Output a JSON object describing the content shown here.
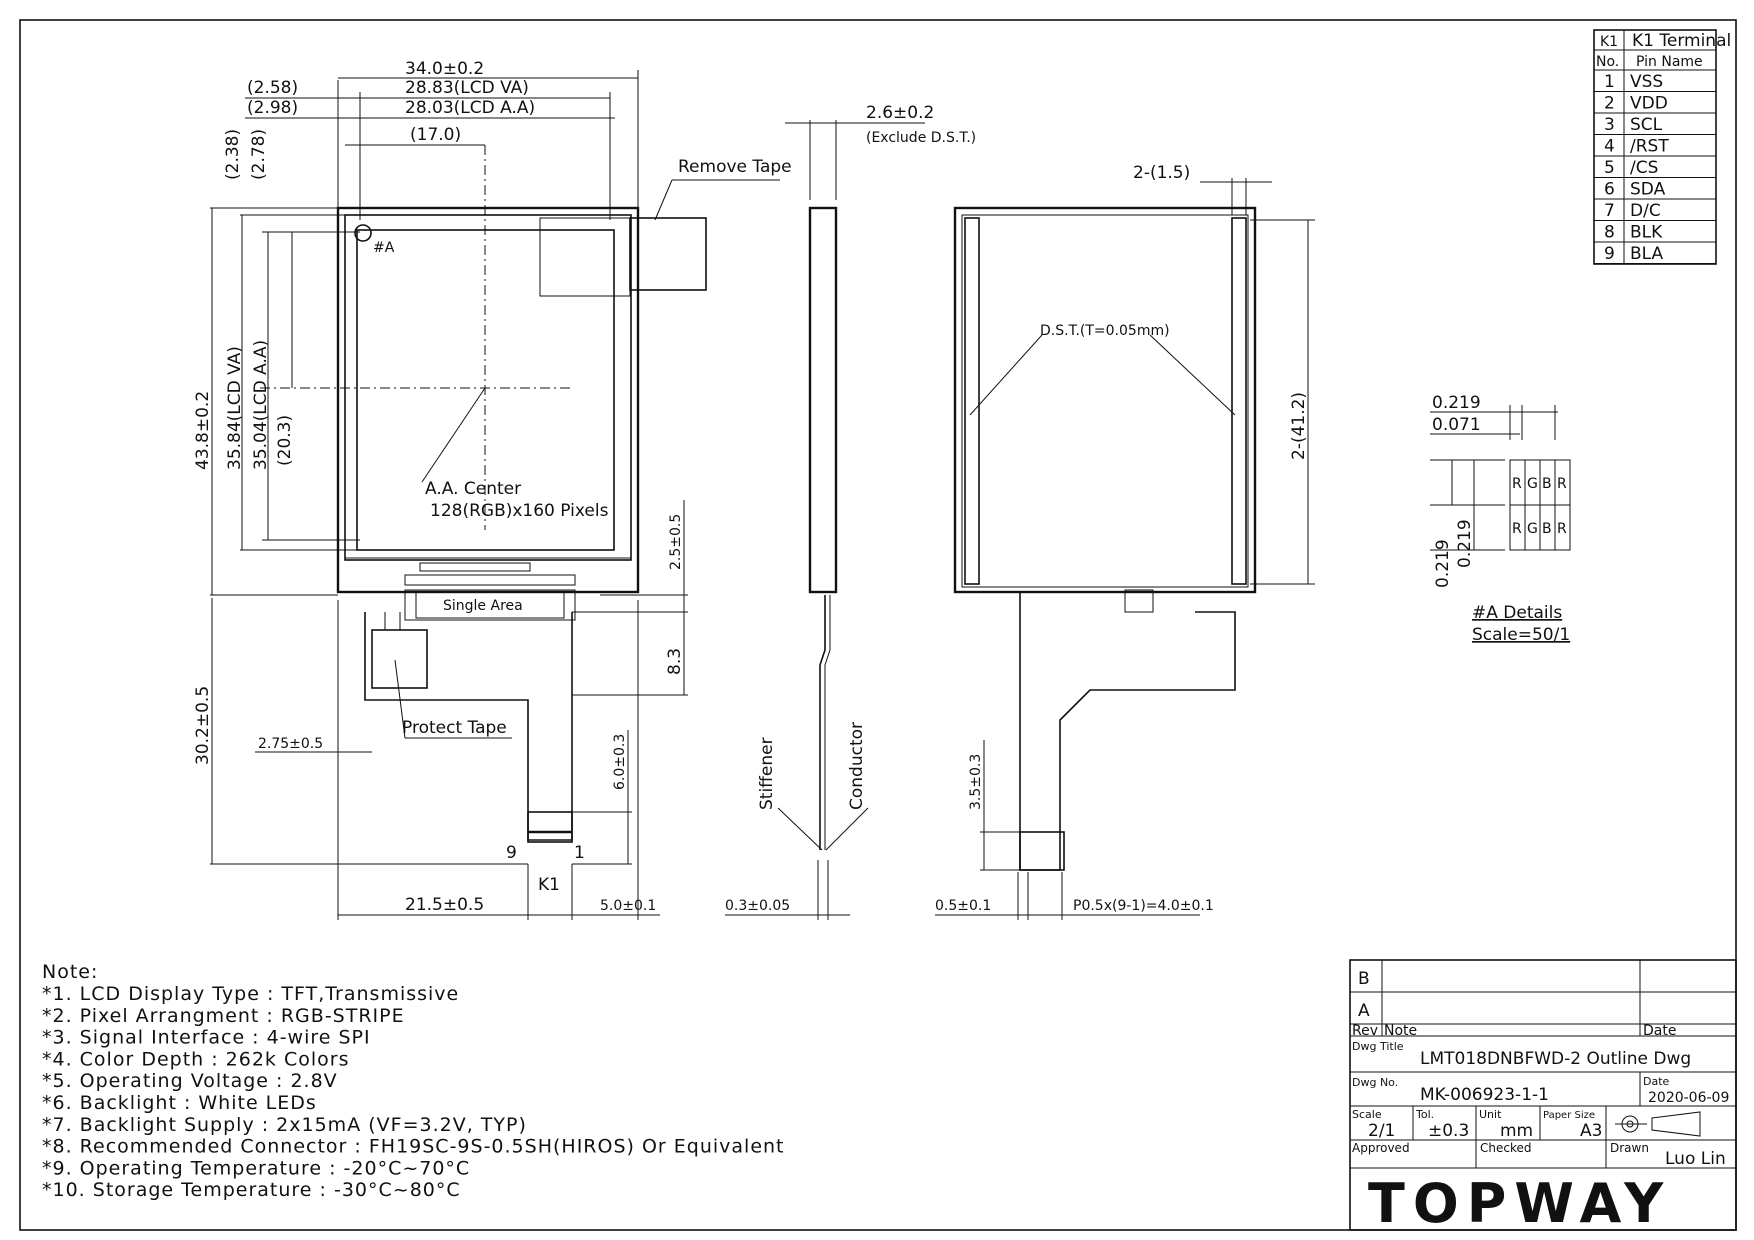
{
  "front_view": {
    "dims": {
      "width_total": "34.0±0.2",
      "off1": "(2.58)",
      "off2": "(2.98)",
      "lcd_va_w": "28.83(LCD VA)",
      "lcd_aa_w": "28.03(LCD A.A)",
      "center_w": "(17.0)",
      "off_v1": "(2.38)",
      "off_v2": "(2.78)",
      "height_total": "43.8±0.2",
      "lcd_va_h": "35.84(LCD VA)",
      "lcd_aa_h": "35.04(LCD A.A)",
      "center_h": "(20.3)",
      "fpc_offset": "2.5±0.5",
      "fpc_gap": "8.3",
      "fpc_len": "30.2±0.5",
      "tape_w": "2.75±0.5",
      "fpc_tip": "6.0±0.3",
      "bottom_w": "21.5±0.5",
      "bottom_r": "5.0±0.1"
    },
    "labels": {
      "point_a": "#A",
      "remove_tape": "Remove Tape",
      "aa_center": "A.A. Center",
      "pixels": "128(RGB)x160 Pixels",
      "single_area": "Single Area",
      "protect_tape": "Protect Tape",
      "pin9": "9",
      "pin1": "1",
      "k1": "K1"
    }
  },
  "side_view": {
    "thickness": "2.6±0.2",
    "exclude": "(Exclude D.S.T.)",
    "stiffener": "Stiffener",
    "conductor": "Conductor",
    "fpc_thk": "0.3±0.05"
  },
  "back_view": {
    "dst_w": "2-(1.5)",
    "dst_label": "D.S.T.(T=0.05mm)",
    "dst_h": "2-(41.2)",
    "tip_len": "3.5±0.3",
    "tip_w": "0.5±0.1",
    "pitch": "P0.5x(9-1)=4.0±0.1"
  },
  "pixel_detail": {
    "d1": "0.219",
    "d2": "0.071",
    "d3": "0.219",
    "d4": "0.219",
    "cells": [
      "R",
      "G",
      "B",
      "R"
    ],
    "title": "#A Details",
    "scale": "Scale=50/1"
  },
  "terminal_table": {
    "title": "K1 Terminal",
    "col_no": "No.",
    "col_name": "Pin Name",
    "rows": [
      {
        "no": "1",
        "name": "VSS"
      },
      {
        "no": "2",
        "name": "VDD"
      },
      {
        "no": "3",
        "name": "SCL"
      },
      {
        "no": "4",
        "name": "/RST"
      },
      {
        "no": "5",
        "name": "/CS"
      },
      {
        "no": "6",
        "name": "SDA"
      },
      {
        "no": "7",
        "name": "D/C"
      },
      {
        "no": "8",
        "name": "BLK"
      },
      {
        "no": "9",
        "name": "BLA"
      }
    ]
  },
  "notes": {
    "title": "Note:",
    "items": [
      "*1. LCD Display Type : TFT,Transmissive",
      "*2. Pixel Arrangment : RGB-STRIPE",
      "*3. Signal Interface : 4-wire SPI",
      "*4. Color Depth : 262k Colors",
      "*5. Operating Voltage : 2.8V",
      "*6. Backlight : White LEDs",
      "*7. Backlight Supply : 2x15mA (VF=3.2V, TYP)",
      "*8. Recommended Connector : FH19SC-9S-0.5SH(HIROS) Or Equivalent",
      "*9. Operating Temperature : -20°C~70°C",
      "*10. Storage Temperature : -30°C~80°C"
    ]
  },
  "title_block": {
    "rev_b": "B",
    "rev_a": "A",
    "rev": "Rev",
    "note": "Note",
    "date_h": "Date",
    "dwg_title_label": "Dwg Title",
    "dwg_title": "LMT018DNBFWD-2 Outline Dwg",
    "dwg_no_label": "Dwg No.",
    "dwg_no": "MK-006923-1-1",
    "date_label": "Date",
    "date": "2020-06-09",
    "scale_label": "Scale",
    "scale": "2/1",
    "tol_label": "Tol.",
    "tol": "±0.3",
    "unit_label": "Unit",
    "unit": "mm",
    "paper_label": "Paper Size",
    "paper": "A3",
    "approved": "Approved",
    "checked": "Checked",
    "drawn": "Drawn",
    "drawn_by": "Luo Lin",
    "logo": "TOPWAY"
  }
}
